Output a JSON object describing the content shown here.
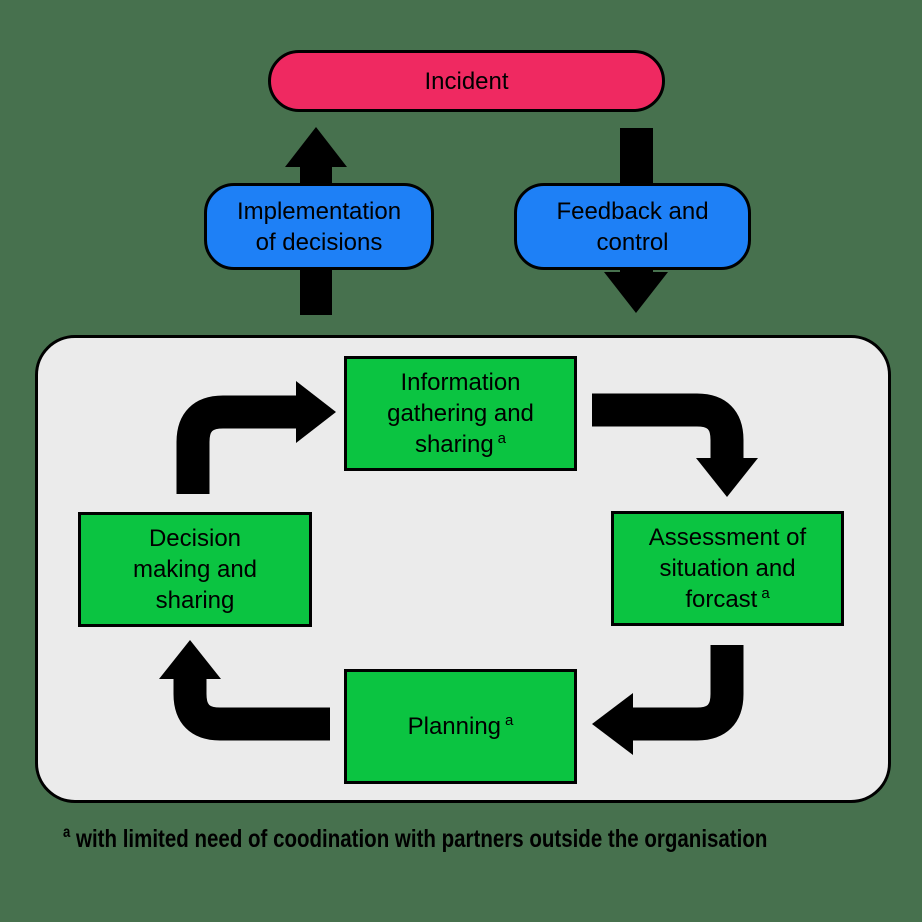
{
  "colors": {
    "background": "#47714E",
    "incident_fill": "#EF2961",
    "flow_fill": "#1E80F6",
    "step_fill": "#0BC441",
    "panel_fill": "#EBEBEB",
    "arrow": "#000000",
    "text": "#000000"
  },
  "incident": {
    "label": "Incident"
  },
  "flows": {
    "implementation": {
      "label": "Implementation\nof decisions"
    },
    "feedback": {
      "label": "Feedback and\ncontrol"
    }
  },
  "cycle": {
    "information": {
      "label": "Information\ngathering and\nsharing",
      "marker": "a"
    },
    "assessment": {
      "label": "Assessment of\nsituation and\nforcast",
      "marker": "a"
    },
    "planning": {
      "label": "Planning",
      "marker": "a"
    },
    "decision": {
      "label": "Decision\nmaking and\nsharing"
    }
  },
  "footnote": {
    "marker": "a",
    "text": "with limited need of coodination with partners outside the organisation"
  }
}
